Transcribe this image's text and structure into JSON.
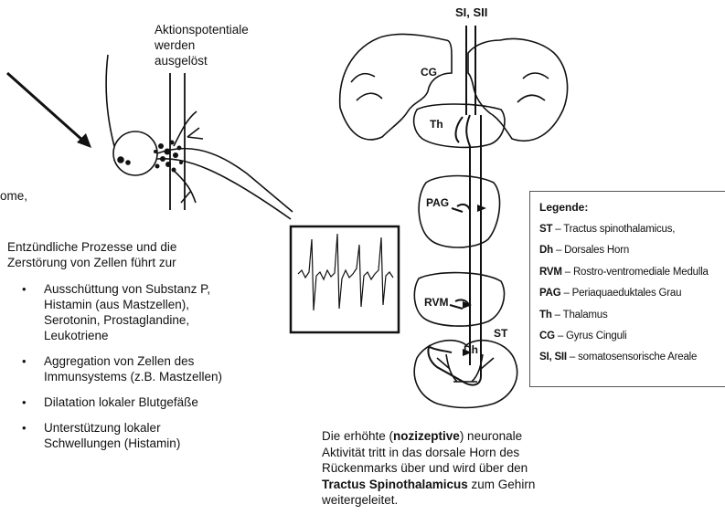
{
  "top_label": {
    "line1": "Aktionspotentiale",
    "line2": "werden",
    "line3": "ausgelöst"
  },
  "left_fragment": "ome,",
  "intro": {
    "line1": "Entzündliche Prozesse und die",
    "line2": "Zerstörung von Zellen führt zur"
  },
  "bullets": [
    {
      "line1": "Ausschüttung von Substanz P,",
      "line2": "Histamin (aus Mastzellen),",
      "line3": "Serotonin, Prostaglandine,",
      "line4": "Leukotriene"
    },
    {
      "line1": "Aggregation von Zellen des",
      "line2": "Immunsystems (z.B. Mastzellen)"
    },
    {
      "line1": "Dilatation lokaler Blutgefäße"
    },
    {
      "line1": "Unterstützung lokaler",
      "line2": "Schwellungen (Histamin)"
    }
  ],
  "brain_labels": {
    "si_sii": "SI, SII",
    "cg": "CG",
    "th": "Th",
    "pag": "PAG",
    "rvm": "RVM",
    "st": "ST",
    "dh": "Dh"
  },
  "legend": {
    "title": "Legende:",
    "items": [
      {
        "abbr": "ST",
        "text": "– Tractus spinothalamicus,"
      },
      {
        "abbr": "Dh",
        "text": "– Dorsales Horn"
      },
      {
        "abbr": "RVM",
        "text": "– Rostro-ventromediale Medulla"
      },
      {
        "abbr": "PAG",
        "text": "– Periaquaeduktales Grau"
      },
      {
        "abbr": "Th",
        "text": "– Thalamus"
      },
      {
        "abbr": "CG",
        "text": "– Gyrus Cinguli"
      },
      {
        "abbr": "SI, SII",
        "text": "– somatosensorische Areale"
      }
    ]
  },
  "bottom": {
    "pre1": "Die erhöhte (",
    "bold1": "nozizeptive",
    "post1": ") neuronale",
    "line2": "Aktivität tritt in das dorsale Horn des",
    "line3": "Rückenmarks über und wird über den",
    "bold4": "Tractus Spinothalamicus",
    "post4": " zum Gehirn",
    "line5": "weitergeleitet."
  }
}
